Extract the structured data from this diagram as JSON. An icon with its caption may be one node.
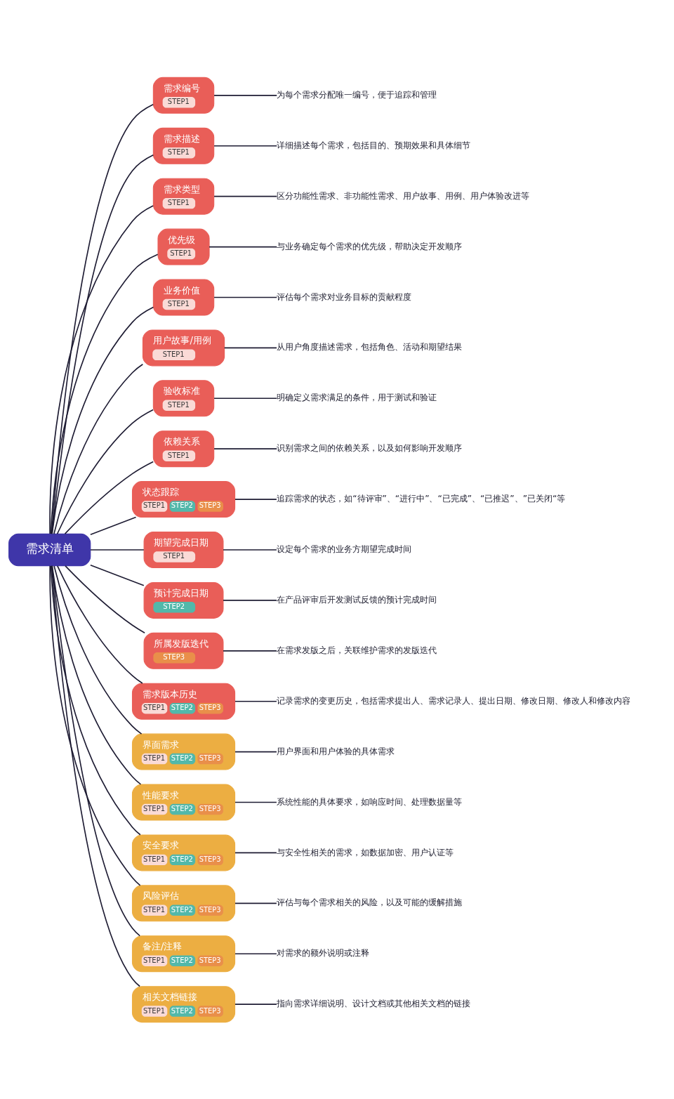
{
  "diagram": {
    "nodes": [
      {
        "text": [
          "需求清单"
        ]
      },
      {
        "text": [
          "需求编号",
          "STEP1"
        ]
      },
      {
        "text": [
          "为每个需求分配唯一编号，便于追踪和管理"
        ]
      },
      {
        "text": [
          "需求描述",
          "STEP1"
        ]
      },
      {
        "text": [
          "详细描述每个需求，包括目的、预期效果和具体细节"
        ]
      },
      {
        "text": [
          "需求类型",
          "STEP1"
        ]
      },
      {
        "text": [
          "区分功能性需求、非功能性需求、用户故事、用例、用户体验改进等"
        ]
      },
      {
        "text": [
          "优先级",
          "STEP1"
        ]
      },
      {
        "text": [
          "与业务确定每个需求的优先级，帮助决定开发顺序"
        ]
      },
      {
        "text": [
          "业务价值",
          "STEP1"
        ]
      },
      {
        "text": [
          "评估每个需求对业务目标的贡献程度"
        ]
      },
      {
        "text": [
          "用户故事/用例",
          "STEP1"
        ]
      },
      {
        "text": [
          "从用户角度描述需求，包括角色、活动和期望结果"
        ]
      },
      {
        "text": [
          "验收标准",
          "STEP1"
        ]
      },
      {
        "text": [
          "明确定义需求满足的条件，用于测试和验证"
        ]
      },
      {
        "text": [
          "依赖关系",
          "STEP1"
        ]
      },
      {
        "text": [
          "识别需求之间的依赖关系，以及如何影响开发顺序"
        ]
      },
      {
        "text": [
          "状态跟踪",
          "STEP1",
          "STEP2",
          "STEP3"
        ]
      },
      {
        "text": [
          "追踪需求的状态，如“待评审”、“进行中”、“已完成”、“已推迟”、”已关闭“等"
        ]
      },
      {
        "text": [
          "期望完成日期",
          "STEP1"
        ]
      },
      {
        "text": [
          "设定每个需求的业务方期望完成时间"
        ]
      },
      {
        "text": [
          "预计完成日期",
          "STEP2"
        ]
      },
      {
        "text": [
          "在产品评审后开发测试反馈的预计完成时间"
        ]
      },
      {
        "text": [
          "所属发版迭代",
          "STEP3"
        ]
      },
      {
        "text": [
          "在需求发版之后，关联维护需求的发版迭代"
        ]
      },
      {
        "text": [
          "需求版本历史",
          "STEP1",
          "STEP2",
          "STEP3"
        ]
      },
      {
        "text": [
          "记录需求的变更历史，包括需求提出人、需求记录人、提出日期、修改日期、修改人和修改内容"
        ]
      },
      {
        "text": [
          "界面需求",
          "STEP1",
          "STEP2",
          "STEP3"
        ]
      },
      {
        "text": [
          "用户界面和用户体验的具体需求"
        ]
      },
      {
        "text": [
          "性能要求",
          "STEP1",
          "STEP2",
          "STEP3"
        ]
      },
      {
        "text": [
          "系统性能的具体要求，如响应时间、处理数据量等"
        ]
      },
      {
        "text": [
          "安全要求",
          "STEP1",
          "STEP2",
          "STEP3"
        ]
      },
      {
        "text": [
          "与安全性相关的需求，如数据加密、用户认证等"
        ]
      },
      {
        "text": [
          "风险评估",
          "STEP1",
          "STEP2",
          "STEP3"
        ]
      },
      {
        "text": [
          "评估与每个需求相关的风险，以及可能的缓解措施"
        ]
      },
      {
        "text": [
          "备注/注释",
          "STEP1",
          "STEP2",
          "STEP3"
        ]
      },
      {
        "text": [
          "对需求的额外说明或注释"
        ]
      },
      {
        "text": [
          "相关文档链接",
          "STEP1",
          "STEP2",
          "STEP3"
        ]
      },
      {
        "text": [
          "指向需求详细说明、设计文档或其他相关文档的链接"
        ]
      }
    ],
    "edges": [
      {
        "from": 0,
        "to": 1,
        "arrow": "none"
      },
      {
        "from": 1,
        "to": 2,
        "arrow": "none"
      },
      {
        "from": 0,
        "to": 3,
        "arrow": "none"
      },
      {
        "from": 3,
        "to": 4,
        "arrow": "none"
      },
      {
        "from": 0,
        "to": 5,
        "arrow": "none"
      },
      {
        "from": 5,
        "to": 6,
        "arrow": "none"
      },
      {
        "from": 0,
        "to": 7,
        "arrow": "none"
      },
      {
        "from": 7,
        "to": 8,
        "arrow": "none"
      },
      {
        "from": 0,
        "to": 9,
        "arrow": "none"
      },
      {
        "from": 9,
        "to": 10,
        "arrow": "none"
      },
      {
        "from": 0,
        "to": 11,
        "arrow": "none"
      },
      {
        "from": 11,
        "to": 12,
        "arrow": "none"
      },
      {
        "from": 0,
        "to": 13,
        "arrow": "none"
      },
      {
        "from": 13,
        "to": 14,
        "arrow": "none"
      },
      {
        "from": 0,
        "to": 15,
        "arrow": "none"
      },
      {
        "from": 15,
        "to": 16,
        "arrow": "none"
      },
      {
        "from": 0,
        "to": 17,
        "arrow": "none"
      },
      {
        "from": 17,
        "to": 18,
        "arrow": "none"
      },
      {
        "from": 0,
        "to": 19,
        "arrow": "none"
      },
      {
        "from": 19,
        "to": 20,
        "arrow": "none"
      },
      {
        "from": 0,
        "to": 21,
        "arrow": "none"
      },
      {
        "from": 21,
        "to": 22,
        "arrow": "none"
      },
      {
        "from": 0,
        "to": 23,
        "arrow": "none"
      },
      {
        "from": 23,
        "to": 24,
        "arrow": "none"
      },
      {
        "from": 0,
        "to": 25,
        "arrow": "none"
      },
      {
        "from": 25,
        "to": 26,
        "arrow": "none"
      },
      {
        "from": 0,
        "to": 27,
        "arrow": "none"
      },
      {
        "from": 27,
        "to": 28,
        "arrow": "none"
      },
      {
        "from": 0,
        "to": 29,
        "arrow": "none"
      },
      {
        "from": 29,
        "to": 30,
        "arrow": "none"
      },
      {
        "from": 0,
        "to": 31,
        "arrow": "none"
      },
      {
        "from": 31,
        "to": 32,
        "arrow": "none"
      },
      {
        "from": 0,
        "to": 33,
        "arrow": "none"
      },
      {
        "from": 33,
        "to": 34,
        "arrow": "none"
      },
      {
        "from": 0,
        "to": 35,
        "arrow": "none"
      },
      {
        "from": 35,
        "to": 36,
        "arrow": "none"
      },
      {
        "from": 0,
        "to": 37,
        "arrow": "none"
      },
      {
        "from": 37,
        "to": 38,
        "arrow": "none"
      }
    ]
  }
}
